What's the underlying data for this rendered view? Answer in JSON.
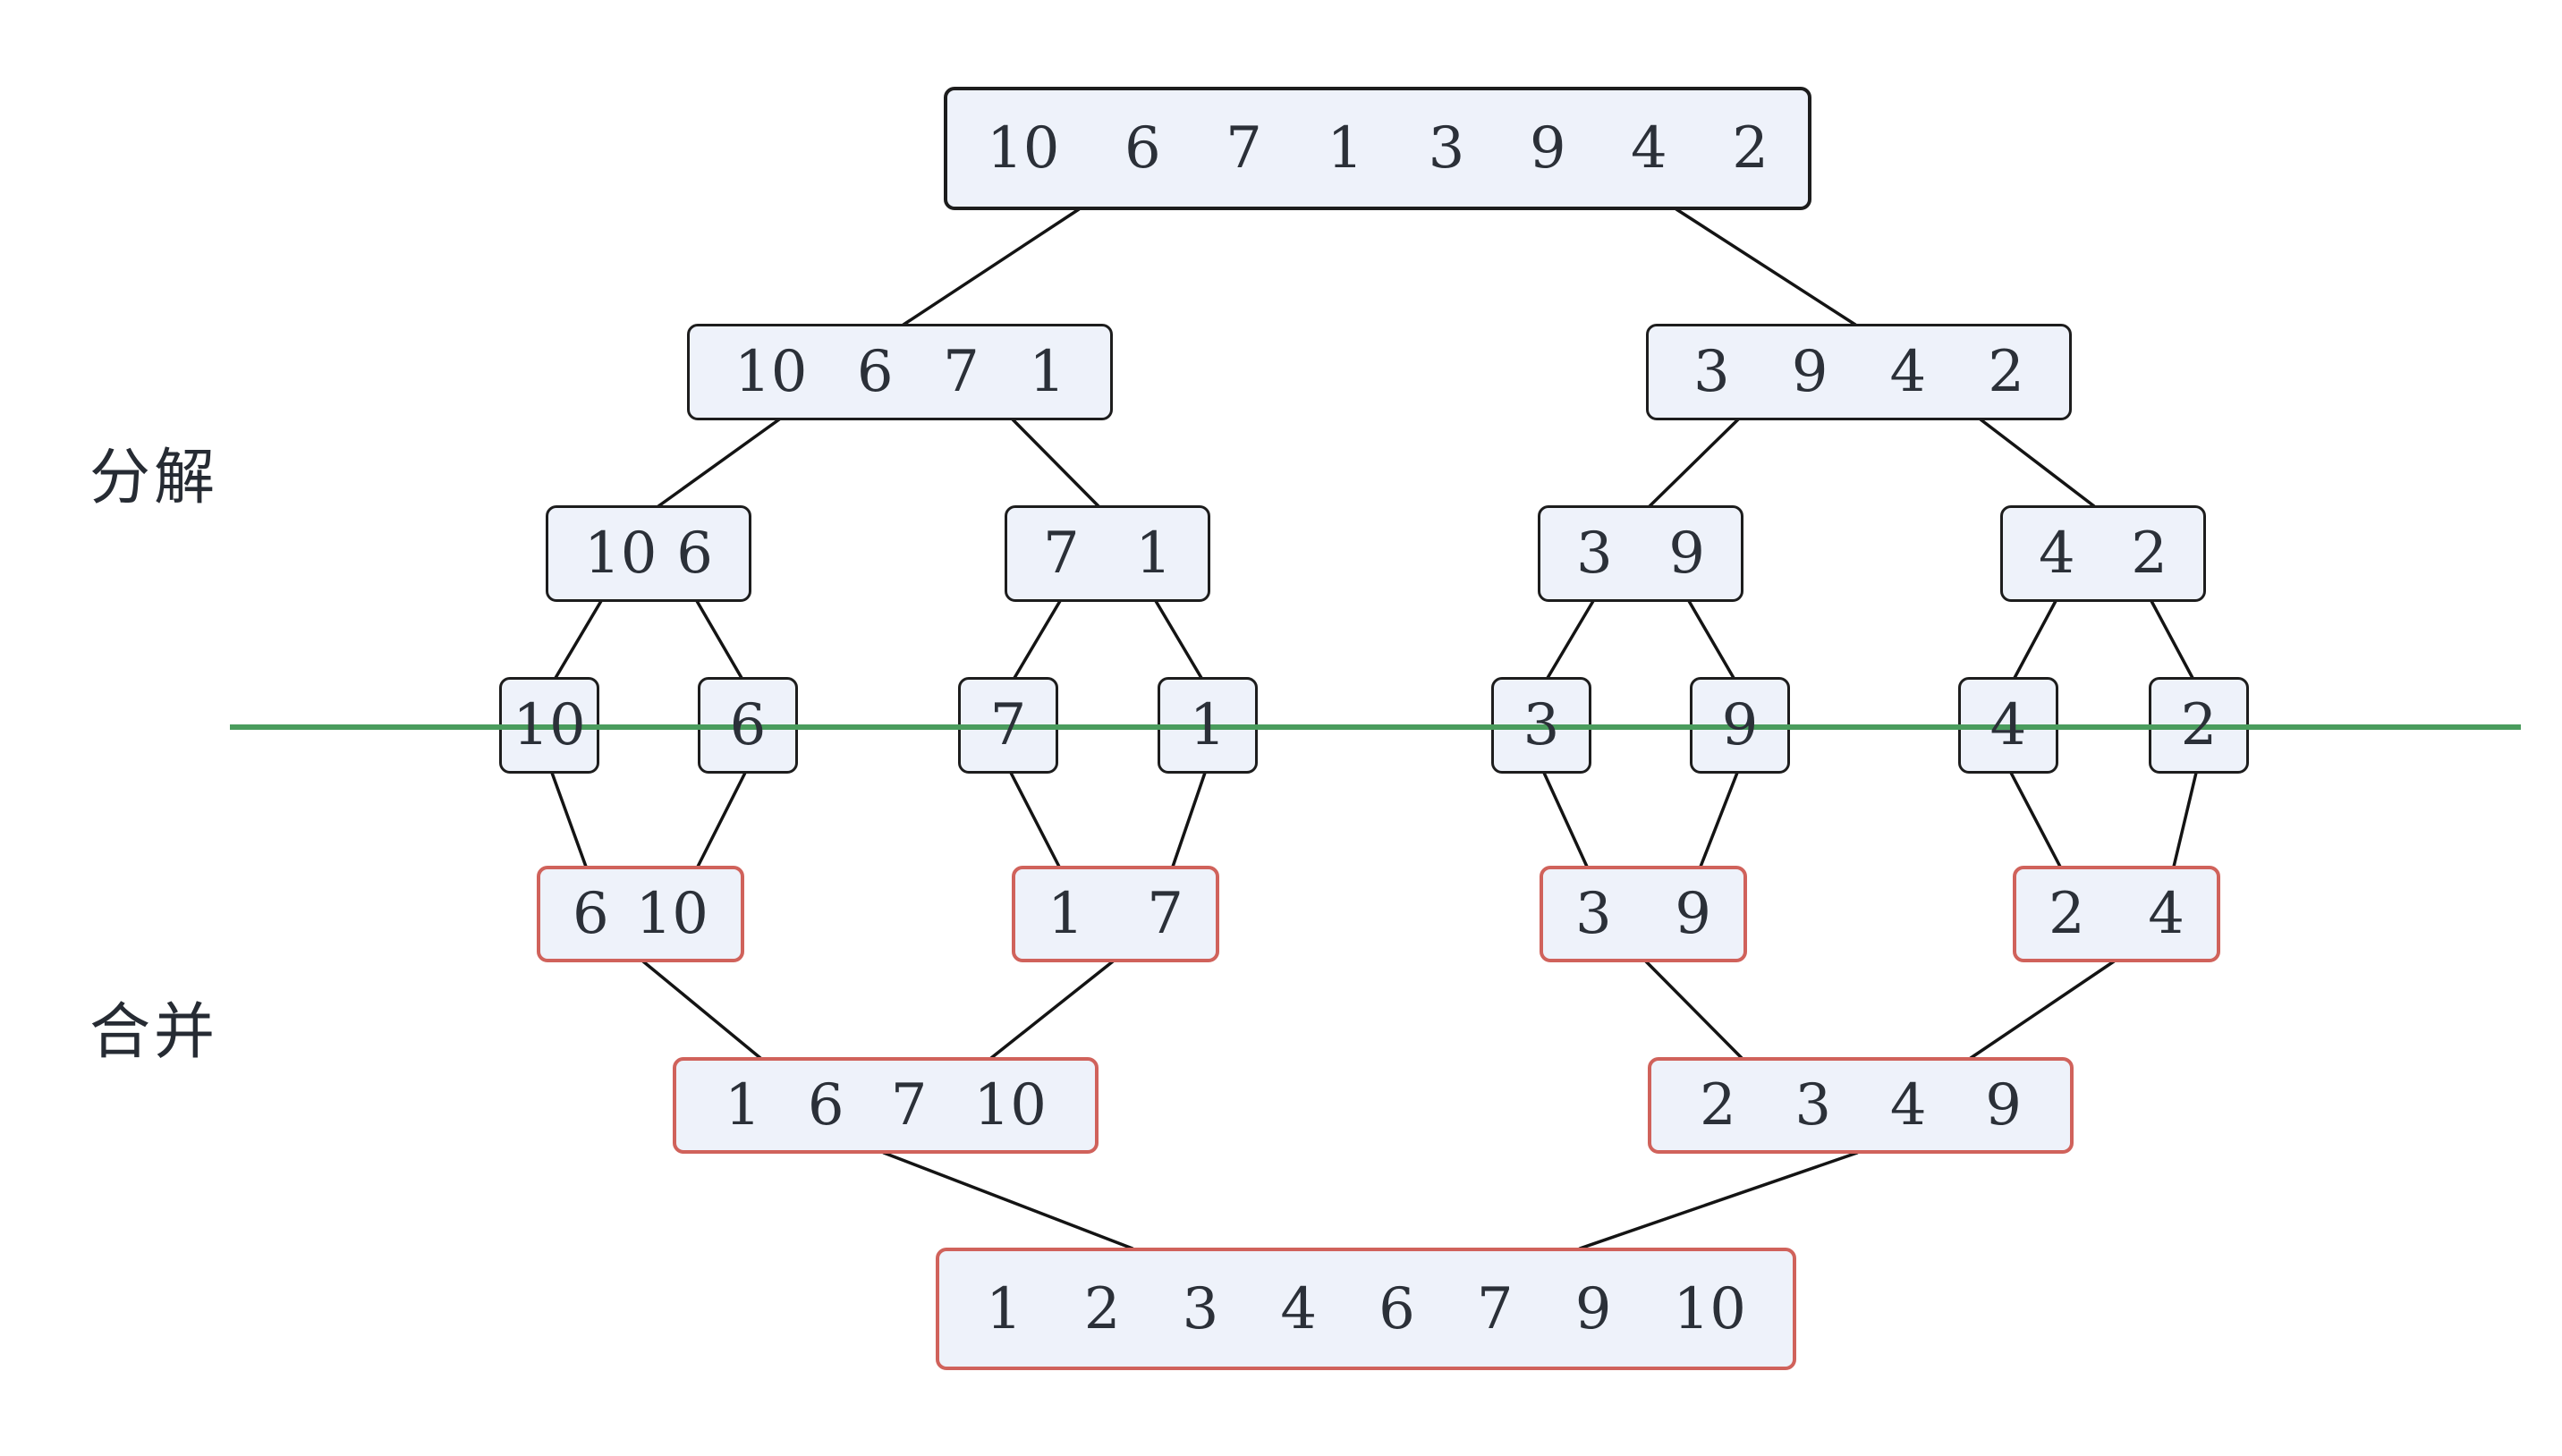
{
  "labels": {
    "decompose": "分解",
    "merge": "合并"
  },
  "colors": {
    "box_fill": "#eef2fa",
    "decompose_border": "#1d1d1d",
    "merge_border": "#d0625b",
    "divider_green": "#4a9c5d",
    "number_text": "#2b3038",
    "edge_line": "#141414"
  },
  "nodes": {
    "root": [
      "10",
      "6",
      "7",
      "1",
      "3",
      "9",
      "4",
      "2"
    ],
    "decompose_left": [
      "10",
      "6",
      "7",
      "1"
    ],
    "decompose_right": [
      "3",
      "9",
      "4",
      "2"
    ],
    "decompose_ll": [
      "10",
      "6"
    ],
    "decompose_lr": [
      "7",
      "1"
    ],
    "decompose_rl": [
      "3",
      "9"
    ],
    "decompose_rr": [
      "4",
      "2"
    ],
    "singles": [
      "10",
      "6",
      "7",
      "1",
      "3",
      "9",
      "4",
      "2"
    ],
    "merge_ll": [
      "6",
      "10"
    ],
    "merge_lr": [
      "1",
      "7"
    ],
    "merge_rl": [
      "3",
      "9"
    ],
    "merge_rr": [
      "2",
      "4"
    ],
    "merge_left": [
      "1",
      "6",
      "7",
      "10"
    ],
    "merge_right": [
      "2",
      "3",
      "4",
      "9"
    ],
    "sorted": [
      "1",
      "2",
      "3",
      "4",
      "6",
      "7",
      "9",
      "10"
    ]
  }
}
